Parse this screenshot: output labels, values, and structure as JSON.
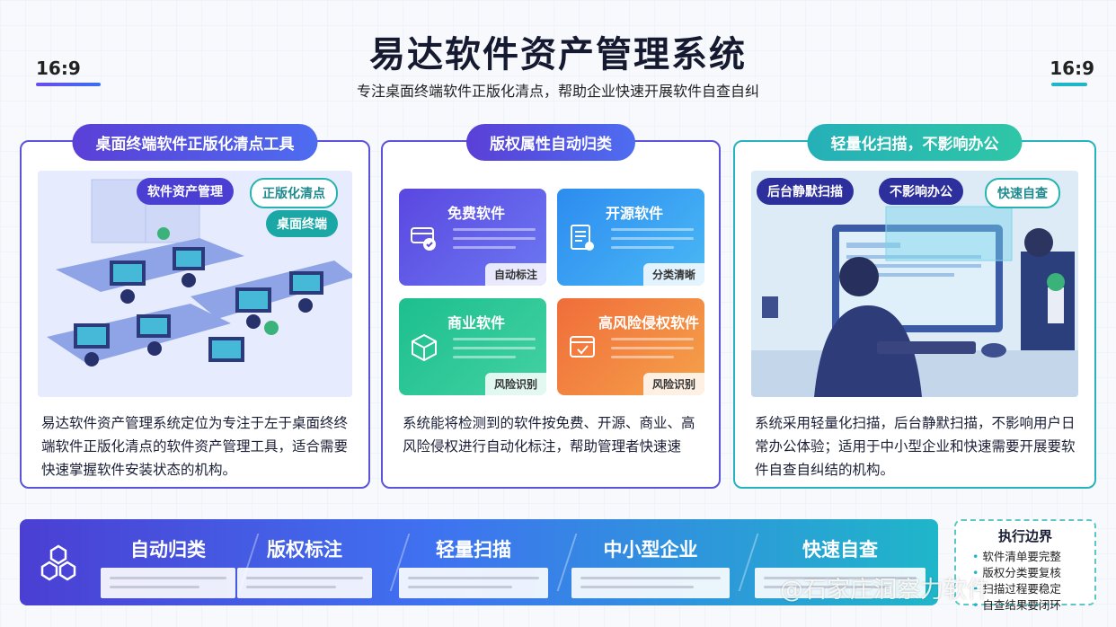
{
  "header": {
    "ratio_left": "16:9",
    "ratio_right": "16:9",
    "title": "易达软件资产管理系统",
    "subtitle": "专注桌面终端软件正版化清点，帮助企业快速开展软件自查自纠"
  },
  "cards": [
    {
      "title": "桌面终端软件正版化清点工具",
      "tags": [
        "软件资产管理",
        "正版化清点",
        "桌面终端"
      ],
      "description": "易达软件资产管理系统定位为专注于左于桌面终终端软件正版化清点的软件资产管理工具，适合需要快速掌握软件安装状态的机构。"
    },
    {
      "title": "版权属性自动归类",
      "tiles": [
        {
          "name": "免费软件",
          "badge": "自动标注",
          "icon": "coin-shield-icon",
          "color": "#5a47e0"
        },
        {
          "name": "开源软件",
          "badge": "分类清晰",
          "icon": "document-list-icon",
          "color": "#2d8cf0"
        },
        {
          "name": "商业软件",
          "badge": "风险识别",
          "icon": "package-box-icon",
          "color": "#1dbf8e"
        },
        {
          "name": "高风险侵权软件",
          "badge": "风险识别",
          "icon": "warning-window-icon",
          "color": "#f06d3a"
        }
      ],
      "description": "系统能将检测到的软件按免费、开源、商业、高风险侵权进行自动化标注，帮助管理者快速速"
    },
    {
      "title": "轻量化扫描，不影响办公",
      "tags": [
        "后台静默扫描",
        "不影响办公",
        "快速自查"
      ],
      "description": "系统采用轻量化扫描，后台静默扫描，不影响用户日常办公体验；适用于中小型企业和快速需要开展要软件自查自纠结的机构。"
    }
  ],
  "bottom": {
    "icon": "cubes-icon",
    "segments": [
      "自动归类",
      "版权标注",
      "轻量扫描",
      "中小型企业",
      "快速自查"
    ]
  },
  "boundary": {
    "title": "执行边界",
    "items": [
      "软件清单要完整",
      "版权分类要复核",
      "扫描过程要稳定",
      "自查结果要闭环"
    ]
  },
  "watermark": "@石家庄洞察力软件"
}
